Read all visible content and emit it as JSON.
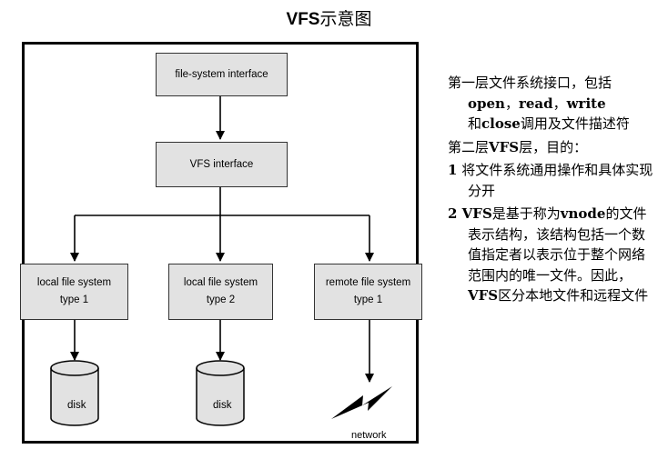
{
  "title": {
    "bold": "VFS",
    "rest": "示意图"
  },
  "diagram": {
    "fs_interface": "file-system interface",
    "vfs_interface": "VFS interface",
    "local1": [
      "local file system",
      "type 1"
    ],
    "local2": [
      "local file system",
      "type 2"
    ],
    "remote": [
      "remote file system",
      "type 1"
    ],
    "disk1": "disk",
    "disk2": "disk",
    "network": "network"
  },
  "notes": {
    "p1": [
      "第一层文件系统接口，包括",
      "open",
      "，",
      "read",
      "，",
      "write",
      "和",
      "close",
      "调用及文件描述符"
    ],
    "p2": [
      "第二层",
      "VFS",
      "层，目的："
    ],
    "p3": [
      "1",
      " 将文件系统通用操作和具体实现分开"
    ],
    "p4": [
      "2 VFS",
      "是基于称为",
      "vnode",
      "的文件表示结构，该结构包括一个数值指定者以表示位于整个网络范围内的唯一文件。因此，",
      "VFS",
      "区分本地文件和远程文件"
    ]
  },
  "colors": {
    "box_fill": "#e2e2e2",
    "line": "#000000"
  }
}
